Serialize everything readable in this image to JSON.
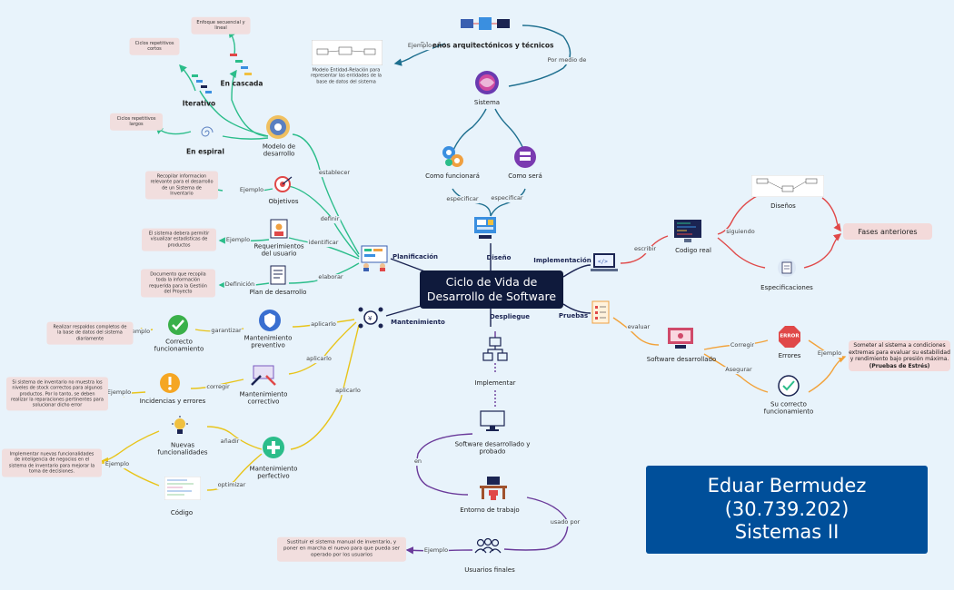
{
  "central": {
    "line1": "Ciclo de Vida de",
    "line2": "Desarrollo de Software"
  },
  "author": {
    "name": "Eduar Bermudez",
    "id": "(30.739.202)",
    "course": "Sistemas II"
  },
  "phases": {
    "planificacion": "Planificación",
    "diseno": "Diseño",
    "implementacion": "Implementación",
    "pruebas": "Pruebas",
    "despliegue": "Despliegue",
    "mantenimiento": "Mantenimiento"
  },
  "planificacion": {
    "modelo": "Modelo de\ndesarrollo",
    "cascada": "En cascada",
    "cascada_note": "Enfoque secuencial y lineal",
    "iterativo": "Iterativo",
    "iterativo_note": "Ciclos repetitivos cortos",
    "espiral": "En espiral",
    "espiral_note": "Ciclos repetitivos largos",
    "objetivos": "Objetivos",
    "objetivos_note": "Recopilar informacion relevante para el desarrollo de un Sistema de Inventario",
    "requerimientos": "Requerimientos\ndel usuario",
    "requerimientos_note": "El sistema debera permitir visualizar estadisticas de productos",
    "plan": "Plan de desarrollo",
    "plan_note": "Documento que recopila toda la información requerida para la Gestión del Proyecto",
    "edges": {
      "establecer": "establecer",
      "definir": "definir",
      "identificar": "identificar",
      "elaborar": "elaborar",
      "ejemplo1": "Ejemplo",
      "ejemplo2": "Ejemplo",
      "definicion": "Definición"
    }
  },
  "diseno": {
    "disenos": "Diseños arquitectónicos y técnicos",
    "ejemplo": "Ejemplo",
    "ejemplo_note": "Modelo Entidad-Relación para representar las entidades de la base de datos del sistema",
    "por_medio": "Por medio de",
    "sistema": "Sistema",
    "como_funcionara": "Como funcionará",
    "como_sera": "Como será",
    "especificar1": "especificar",
    "especificar2": "especificar"
  },
  "implementacion": {
    "escribir": "escribir",
    "codigo_real": "Codigo real",
    "siguiendo": "siguiendo",
    "disenos": "Diseños",
    "especificaciones": "Especificaciones",
    "fases": "Fases anteriores"
  },
  "pruebas": {
    "evaluar": "evaluar",
    "software": "Software desarrollado",
    "corregir": "Corregir",
    "errores": "Errores",
    "asegurar": "Asegurar",
    "correcto": "Su correcto\nfuncionamiento",
    "ejemplo": "Ejemplo",
    "error_badge": "ERROR",
    "summary1": "Someter al sistema a condiciones",
    "summary2": "extremas para evaluar su estabilidad",
    "summary3": "y rendimiento bajo presión máxima.",
    "summary4": "(Pruebas de Estrés)"
  },
  "despliegue": {
    "implementar": "Implementar",
    "software": "Software desarrollado y\nprobado",
    "en": "en",
    "entorno": "Entorno de trabajo",
    "usado_por": "usado por",
    "usuarios": "Usuarios finales",
    "ejemplo": "Ejemplo",
    "ejemplo_note": "Sustituir el sistema manual de inventario, y poner en marcha el nuevo para que pueda ser operado por los usuarios"
  },
  "mantenimiento": {
    "preventivo": "Mantenimiento\npreventivo",
    "correctivo": "Mantenimiento\ncorrectivo",
    "perfectivo": "Mantenimiento\nperfectivo",
    "aplicarlo1": "aplicarlo",
    "aplicarlo2": "aplicarlo",
    "aplicarlo3": "aplicarlo",
    "garantizar": "garantizar",
    "corregir": "corregir",
    "anadir": "añadir",
    "optimizar": "optimizar",
    "correcto": "Correcto\nfuncionamiento",
    "correcto_note": "Realizar respaldos completos de la base de datos del sistema diariamente",
    "incidencias": "Incidencias y errores",
    "incidencias_note": "Si sistema de inventario no muestra los niveles de stock correctos para algunos productos. Por lo tanto, se deben realizar la reparaciones pertinentes para solucionar dicho error",
    "nuevas": "Nuevas\nfuncionalidades",
    "codigo": "Código",
    "nuevas_note": "Implementar nuevas funcionalidades de inteligencia de negocios en el sistema de inventario para mejorar la toma de decisiones.",
    "ejemplo1": "Ejemplo",
    "ejemplo2": "Ejemplo",
    "ejemplo3": "Ejemplo"
  },
  "colors": {
    "planificacion": "#2bbd8a",
    "diseno": "#1e6f8f",
    "implementacion": "#e04848",
    "pruebas": "#f2a23a",
    "despliegue": "#6a3a9a",
    "mantenimiento": "#f0d43a",
    "central": "#0f1a3c",
    "author_box": "#004f9a"
  }
}
